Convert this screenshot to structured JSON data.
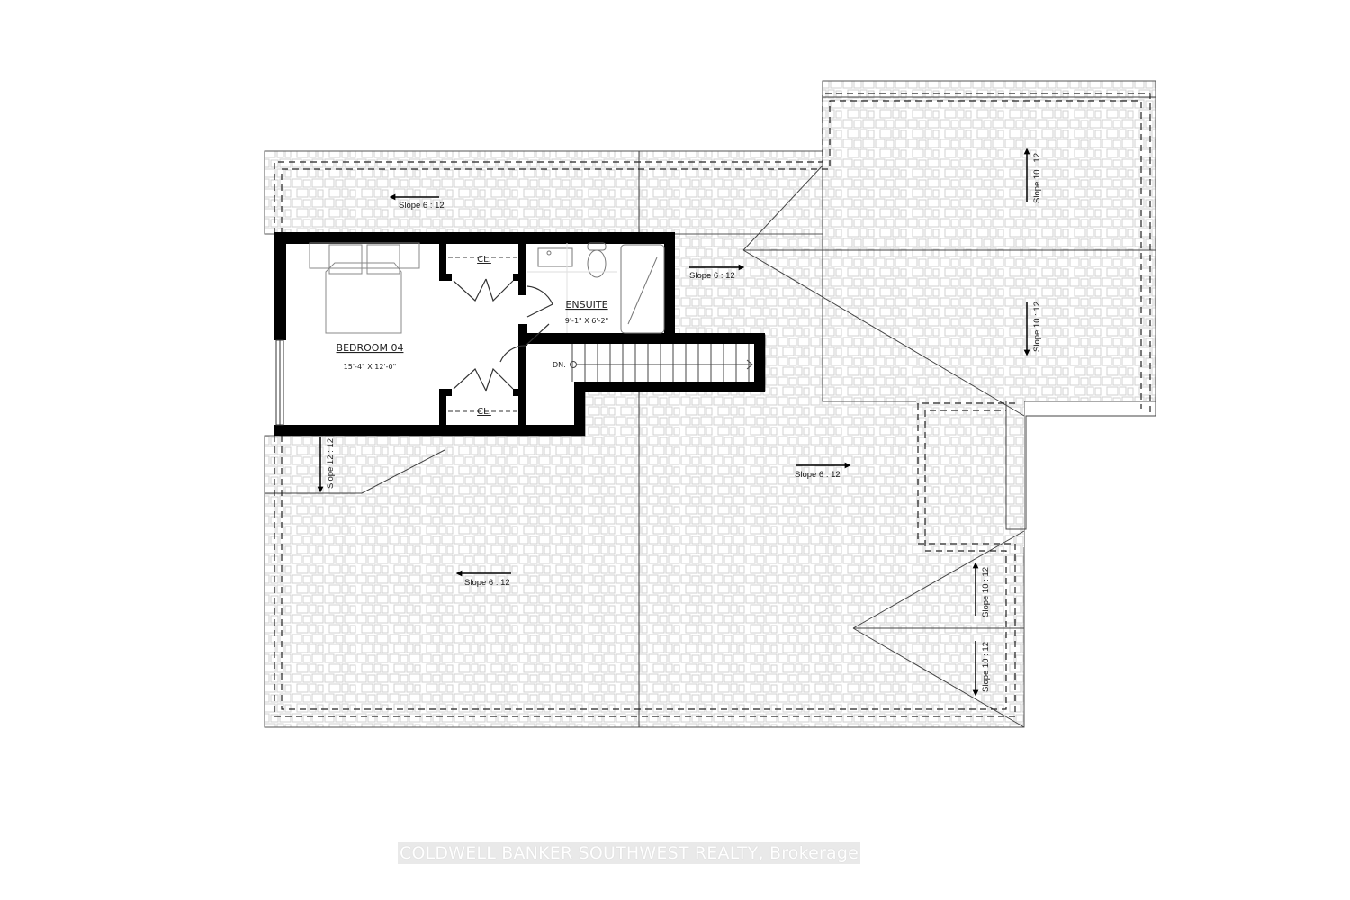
{
  "plan": {
    "rooms": [
      {
        "name": "BEDROOM 04",
        "size": "15'-4\" X 12'-0\""
      },
      {
        "name": "ENSUITE",
        "size": "9'-1\" X 6'-2\""
      }
    ],
    "closets": [
      "CL.",
      "CL."
    ],
    "stair_label": "DN.",
    "slopes": [
      {
        "label": "Slope 6 : 12",
        "direction": "left",
        "area": "upper-left roof"
      },
      {
        "label": "Slope 6 : 12",
        "direction": "right",
        "area": "upper-middle roof"
      },
      {
        "label": "Slope 10 : 12",
        "direction": "up",
        "area": "upper-right roof (north)"
      },
      {
        "label": "Slope 10 : 12",
        "direction": "down",
        "area": "upper-right roof (south)"
      },
      {
        "label": "Slope 12 : 12",
        "direction": "down",
        "area": "left dormer"
      },
      {
        "label": "Slope 6 : 12",
        "direction": "right",
        "area": "center roof"
      },
      {
        "label": "Slope 6 : 12",
        "direction": "left",
        "area": "lower-left roof"
      },
      {
        "label": "Slope 10 : 12",
        "direction": "up",
        "area": "lower-right gable (north)"
      },
      {
        "label": "Slope 10 : 12",
        "direction": "down",
        "area": "lower-right gable (south)"
      }
    ]
  },
  "watermark": "COLDWELL BANKER SOUTHWEST REALTY, Brokerage"
}
